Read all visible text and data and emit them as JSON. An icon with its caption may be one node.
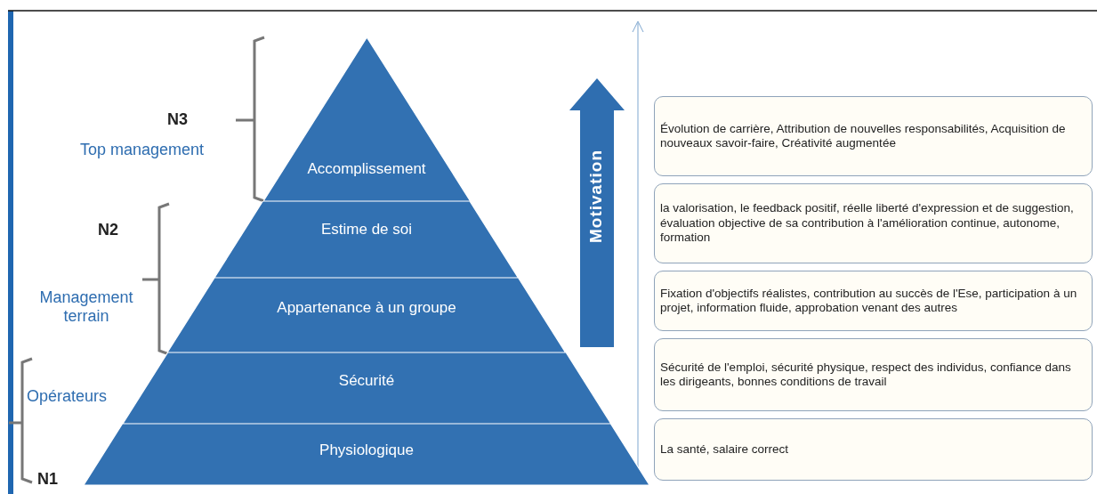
{
  "diagram": {
    "nodes": [
      {
        "text": [
          "Accomplissement"
        ]
      },
      {
        "text": [
          "Estime de soi"
        ]
      },
      {
        "text": [
          "Appartenance à un groupe"
        ]
      },
      {
        "text": [
          "Sécurité"
        ]
      },
      {
        "text": [
          "Physiologique"
        ]
      },
      {
        "text": [
          "Motivation"
        ]
      },
      {
        "text": [
          "Évolution de carrière, Attribution de nouvelles responsabilités, Acquisition de nouveaux savoir-faire, Créativité augmentée"
        ]
      },
      {
        "text": [
          "la valorisation, le feedback positif, réelle liberté d'expression et de suggestion, évaluation objective de sa contribution à l'amélioration continue, autonome, formation"
        ]
      },
      {
        "text": [
          "Fixation d'objectifs réalistes, contribution au succès de l'Ese, participation à un projet, information fluide, approbation venant des autres"
        ]
      },
      {
        "text": [
          "Sécurité de l'emploi, sécurité physique, respect des individus, confiance dans les dirigeants, bonnes conditions de travail"
        ]
      },
      {
        "text": [
          "La santé, salaire correct"
        ]
      }
    ],
    "labels": [
      "N3",
      "Top management",
      "N2",
      "Management terrain",
      "Opérateurs",
      "N1"
    ]
  }
}
